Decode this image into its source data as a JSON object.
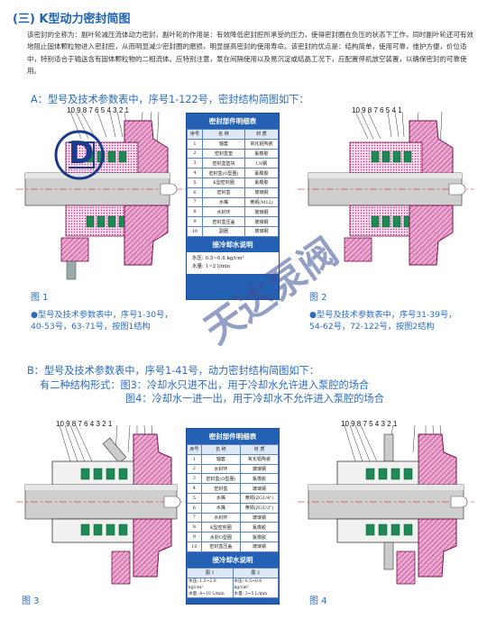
{
  "title": "(三) K型动力密封简图",
  "intro": "该密封的全称为：副叶轮减压流体动力密封，副叶轮的作用是：有效降低密封腔所承受的压力，使得密封圈在负压的状态下工作，同时副叶轮还可有效地阻止固体颗粒物进入密封腔，从而明显减少密封圈的磨损，明显提高密封的使用寿命。该密封的优点是：结构简单，使用可靠，维护方便，价位适中，特别适合于输送含有固体颗粒物的二相流体。应特别注意，泵在间隔使用以及易沉淀或结晶工况下，应配置停机放空装置，以确保密封的可靠使用。",
  "section_a": "A：型号及技术参数表中，序号1-122号，密封结构简图如下：",
  "section_b": "B：型号及技术参数表中，序号1-41号，动力密封结构简图如下：",
  "b_line2": "有二种结构形式：图3：冷却水只进不出，用于冷却水允许进入泵腔的场合",
  "b_line3": "图4：冷却水一进一出，用于冷却水不允许进入泵腔的场合",
  "fig1_label": "图 1",
  "fig2_label": "图 2",
  "fig3_label": "图 3",
  "fig4_label": "图 4",
  "bullet1": "●型号及技术参数表中，序号1-30号，40-53号，63-71号，按图1结构",
  "bullet2": "●型号及技术参数表中，序号31-39号，54-62号，72-122号，按图2结构",
  "fig1_numbers": "10 9 8    7   6 5 4    3 2 1",
  "fig2_numbers": "10 9 8       7 6 5    4     1",
  "fig3_numbers": "10 9 8 7       6 4 3 2 1",
  "fig4_numbers": "10 9 8 7           5   4 3 2 1",
  "table1": {
    "title": "密封部件明细表",
    "headers": [
      "序号",
      "名 称",
      "材 质"
    ],
    "rows": [
      [
        "1",
        "轴套",
        "氧化铝陶瓷"
      ],
      [
        "2",
        "密封盒垫",
        "氟橡胶"
      ],
      [
        "3",
        "密封盒垫块",
        "U0钢"
      ],
      [
        "4",
        "密封盒(O型圈)",
        "氟橡胶"
      ],
      [
        "5",
        "K型密封圈",
        "氟橡胶"
      ],
      [
        "6",
        "密封盒",
        "玻璃钢"
      ],
      [
        "7",
        "水嘴",
        "黄铜(M12)"
      ],
      [
        "8",
        "水封环",
        "玻璃钢"
      ],
      [
        "9",
        "密封盒压盖",
        "玻璃钢"
      ],
      [
        "10",
        "副圈",
        "玻璃钢"
      ]
    ],
    "water_title": "接冷却水说明",
    "water_lines": [
      "水压: 0.5~0.8 kg/cm²",
      "水量: 1~2 l/min"
    ]
  },
  "table2": {
    "title": "密封部件明细表",
    "headers": [
      "序号",
      "名 称",
      "材 质"
    ],
    "rows": [
      [
        "1",
        "轴套",
        "氧化铝陶瓷"
      ],
      [
        "2",
        "水封环",
        "玻璃钢"
      ],
      [
        "3",
        "密封盒(O型圈)",
        "氟橡胶"
      ],
      [
        "4",
        "密封盒",
        "玻璃钢"
      ],
      [
        "5",
        "水嘴",
        "黄铜(ZG1/4\")"
      ],
      [
        "6",
        "水嘴",
        "黄铜(ZG1/2\")"
      ],
      [
        "7",
        "水封环",
        "玻璃钢"
      ],
      [
        "8",
        "K型密封圈",
        "氟橡胶"
      ],
      [
        "9",
        "水封O型圈",
        "氟橡胶"
      ],
      [
        "10",
        "密封盒压盖",
        "玻璃钢"
      ]
    ],
    "water_title": "接冷却水说明",
    "water_cols": [
      "图 1",
      "图 2"
    ],
    "water_left": [
      "水压: 1.5~2.0 kg/cm²",
      "水量: 8~10 L/min"
    ],
    "water_right": [
      "水压: 0.5~0.8 kg/cm²",
      "水量: 3~5 L/min"
    ]
  },
  "watermark": "天达泵阀",
  "logo_letter": "D",
  "colors": {
    "blue_text": "#2a6bc4",
    "table_blue": "#2460b3",
    "pump_magenta": "#c2187a",
    "seal_green": "#1f8a55",
    "shaft_gray": "#cfcfcf"
  }
}
